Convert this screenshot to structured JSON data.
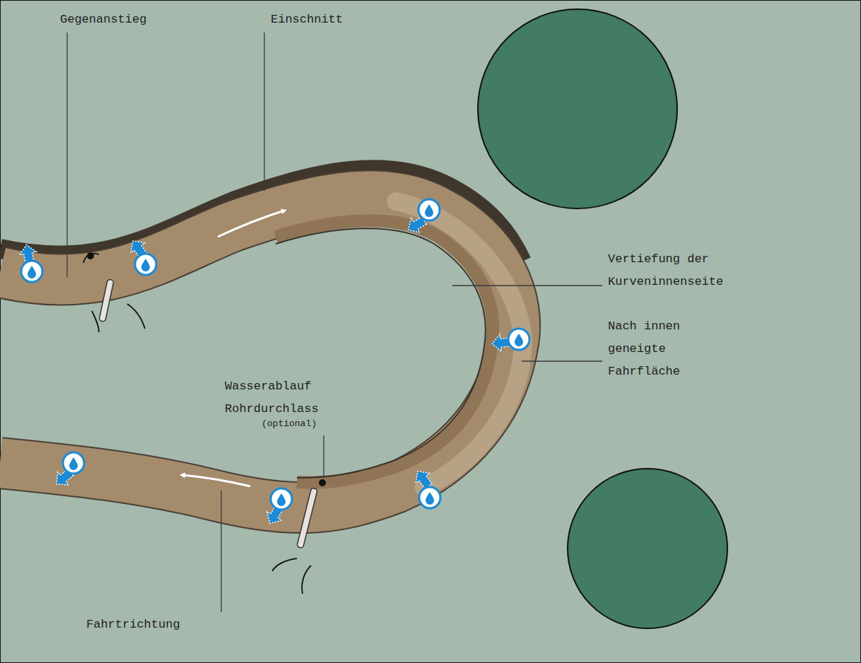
{
  "diagram": {
    "labels": [
      "Gegenanstieg",
      "Einschnitt",
      "Vertiefung der Kurveninnenseite",
      "Nach innen geneigte Fahrfläche",
      "Wasserablauf Rohrdurchlass",
      "(optional)",
      "Fahrtrichtung"
    ]
  }
}
